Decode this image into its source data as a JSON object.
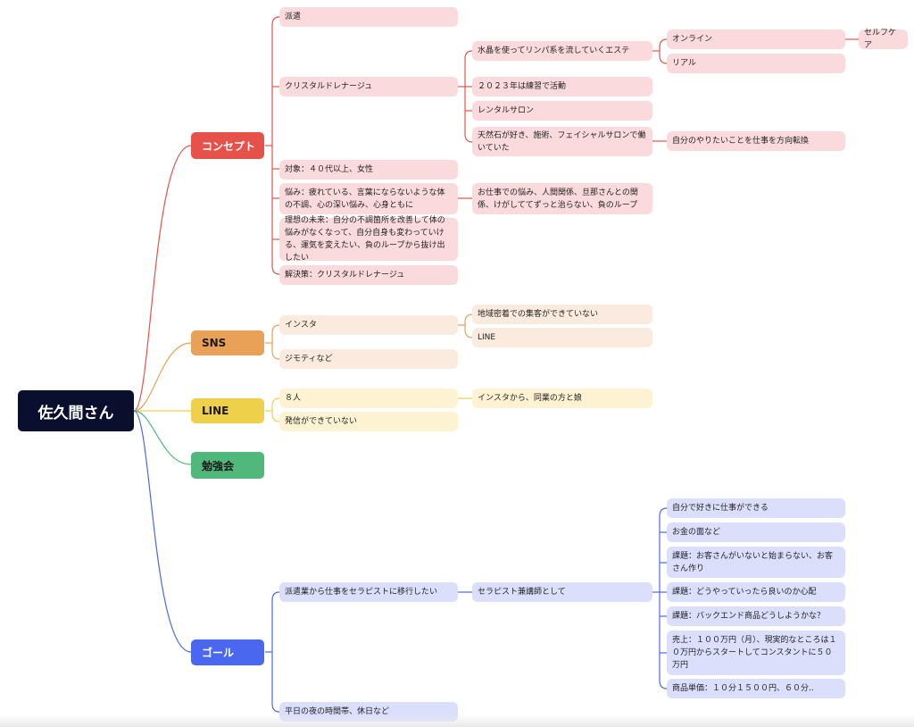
{
  "colors": {
    "concept": "#e6524a",
    "sns": "#e9a057",
    "line": "#efd04a",
    "study": "#4fb87a",
    "goal": "#4a67f0",
    "root": "#0a0f2e"
  },
  "root": {
    "label": "佐久間さん"
  },
  "branches": {
    "concept": {
      "label": "コンセプト",
      "haken": "派遣",
      "crystal": "クリスタルドレナージュ",
      "suisho": "水晶を使ってリンパ系を流していくエステ",
      "online": "オンライン",
      "selfcare": "セルフケア",
      "real": "リアル",
      "renshu": "２０２３年は練習で活動",
      "rental": "レンタルサロン",
      "tennenseki": "天然石が好き、施術、フェイシャルサロンで働いていた",
      "jibun": "自分のやりたいことを仕事を方向転換",
      "taisho": "対象：４０代以上、女性",
      "nayami": "悩み：疲れている、言葉にならないような体の不調、心の深い悩み、心身ともに",
      "oshigoto": "お仕事での悩み、人間関係、旦那さんとの関係、けがしててずっと治らない、負のループ",
      "risou": "理想の未来：自分の不調箇所を改善して体の悩みがなくなって、自分自身も変わっていける、運気を変えたい、負のループから抜け出したい",
      "kaiketsu": "解決策：クリスタルドレナージュ"
    },
    "sns": {
      "label": "SNS",
      "insta": "インスタ",
      "chiiki": "地域密着での集客ができていない",
      "line": "LINE",
      "jimoty": "ジモティなど"
    },
    "line": {
      "label": "LINE",
      "hachi": "８人",
      "instakara": "インスタから、同業の方と娘",
      "hasshin": "発信ができていない"
    },
    "study": {
      "label": "勉強会"
    },
    "goal": {
      "label": "ゴール",
      "iko": "派遣業から仕事をセラピストに移行したい",
      "kenkoshi": "セラピスト兼講師として",
      "suki": "自分で好きに仕事ができる",
      "okane": "お金の面など",
      "kadai1": "課題：お客さんがいないと始まらない、お客さん作り",
      "kadai2": "課題：どうやっていったら良いのか心配",
      "kadai3": "課題：バックエンド商品どうしようかな？",
      "uriage": "売上：１００万円（月）、現実的なところは１０万円からスタートしてコンスタントに５０万円",
      "tanka": "商品単価：１０分１５００円、６０分..",
      "heijitsu": "平日の夜の時間帯、休日など"
    }
  }
}
